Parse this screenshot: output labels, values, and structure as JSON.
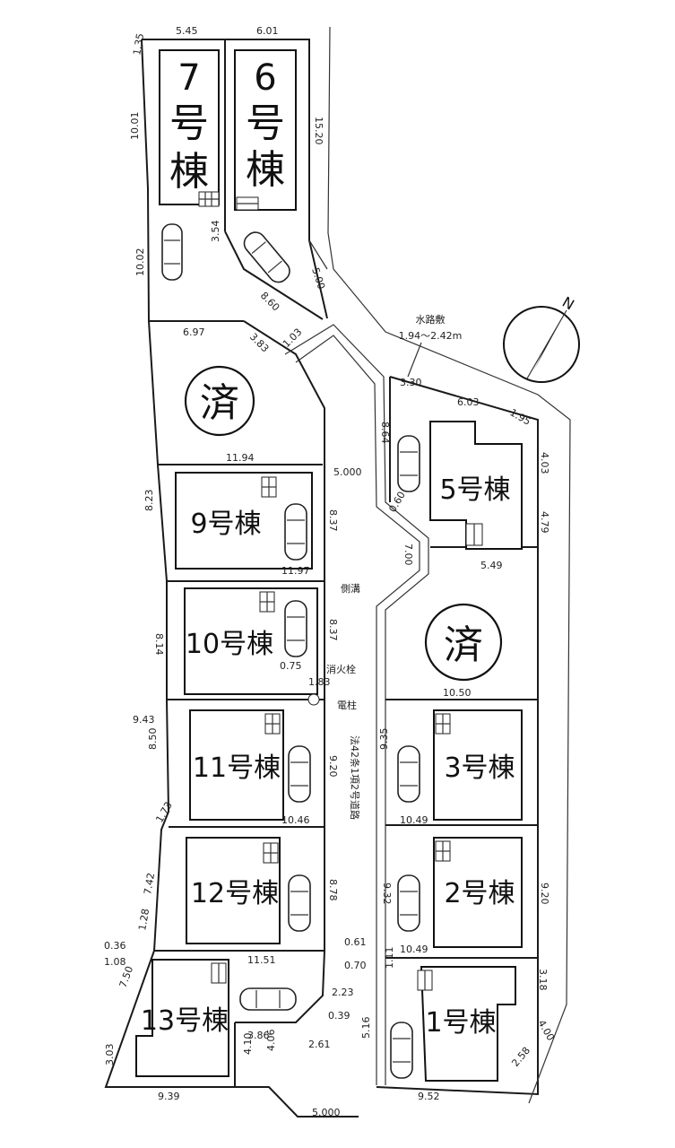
{
  "plots": {
    "lot7": {
      "number": "7",
      "suffix1": "号",
      "suffix2": "棟"
    },
    "lot6": {
      "number": "6",
      "suffix1": "号",
      "suffix2": "棟"
    },
    "lot5": "5号棟",
    "lot9": "9号棟",
    "lot10": "10号棟",
    "lot11": "11号棟",
    "lot12": "12号棟",
    "lot13": "13号棟",
    "lot3": "3号棟",
    "lot2": "2号棟",
    "lot1": "1号棟",
    "sold_mark": "済"
  },
  "labels": {
    "waterway": "水路敷",
    "waterway_width": "1.94〜2.42m",
    "road": "法42条1項2号道路",
    "curb": "側溝",
    "fire_hydrant": "消火栓",
    "pole": "電柱",
    "north": "N"
  },
  "dimensions": {
    "d_545": "5.45",
    "d_601": "6.01",
    "d_135": "1.35",
    "d_1001": "10.01",
    "d_1520": "15.20",
    "d_1002": "10.02",
    "d_354": "3.54",
    "d_860": "8.60",
    "d_500a": "5.00",
    "d_697": "6.97",
    "d_383": "3.83",
    "d_103": "1.03",
    "d_330": "3.30",
    "d_603": "6.03",
    "d_195": "1.95",
    "d_1194": "11.94",
    "d_5000a": "5.000",
    "d_864": "8.64",
    "d_403": "4.03",
    "d_479": "4.79",
    "d_823": "8.23",
    "d_837a": "8.37",
    "d_1197": "11.97",
    "d_549": "5.49",
    "d_700": "7.00",
    "d_060": "0.60",
    "d_814": "8.14",
    "d_837b": "8.37",
    "d_075": "0.75",
    "d_1050": "10.50",
    "d_183": "1.83",
    "d_943": "9.43",
    "d_850": "8.50",
    "d_920a": "9.20",
    "d_935": "9.35",
    "d_1046": "10.46",
    "d_1049a": "10.49",
    "d_173": "1.73",
    "d_742": "7.42",
    "d_878": "8.78",
    "d_932": "9.32",
    "d_920b": "9.20",
    "d_1049b": "10.49",
    "d_128": "1.28",
    "d_036": "0.36",
    "d_108": "1.08",
    "d_1151": "11.51",
    "d_061": "0.61",
    "d_070": "0.70",
    "d_223": "2.23",
    "d_039": "0.39",
    "d_261": "2.61",
    "d_750": "7.50",
    "d_111": "1.11",
    "d_318": "3.18",
    "d_400": "4.00",
    "d_386": "3.86",
    "d_410": "4.10",
    "d_406": "4.06",
    "d_516": "5.16",
    "d_303": "3.03",
    "d_939": "9.39",
    "d_952": "9.52",
    "d_258": "2.58",
    "d_5000b": "5.000"
  }
}
